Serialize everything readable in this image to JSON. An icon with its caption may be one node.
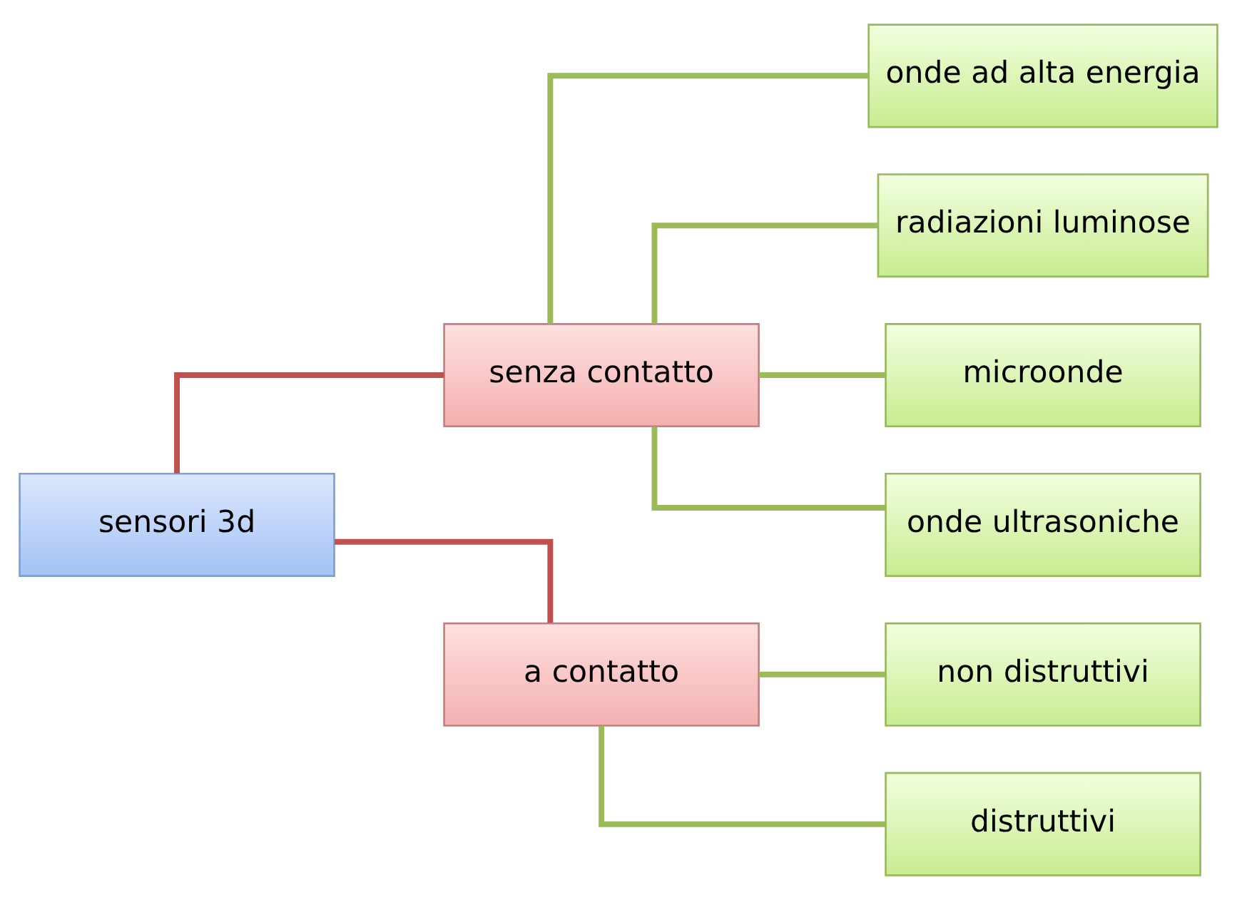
{
  "diagram": {
    "nodes": [
      {
        "text": [
          "sensori 3d"
        ]
      },
      {
        "text": [
          "senza contatto"
        ]
      },
      {
        "text": [
          "a contatto"
        ]
      },
      {
        "text": [
          "onde ad alta energia"
        ]
      },
      {
        "text": [
          "radiazioni luminose"
        ]
      },
      {
        "text": [
          "microonde"
        ]
      },
      {
        "text": [
          "onde ultrasoniche"
        ]
      },
      {
        "text": [
          "non distruttivi"
        ]
      },
      {
        "text": [
          "distruttivi"
        ]
      }
    ],
    "edges": [
      {
        "from": 0,
        "to": 1,
        "arrow": "none",
        "color": "#c0504d"
      },
      {
        "from": 0,
        "to": 2,
        "arrow": "none",
        "color": "#c0504d"
      },
      {
        "from": 1,
        "to": 3,
        "arrow": "none"
      },
      {
        "from": 1,
        "to": 4,
        "arrow": "none"
      },
      {
        "from": 1,
        "to": 5,
        "arrow": "none"
      },
      {
        "from": 1,
        "to": 6,
        "arrow": "none"
      },
      {
        "from": 2,
        "to": 7,
        "arrow": "none"
      },
      {
        "from": 2,
        "to": 8,
        "arrow": "none"
      }
    ]
  }
}
